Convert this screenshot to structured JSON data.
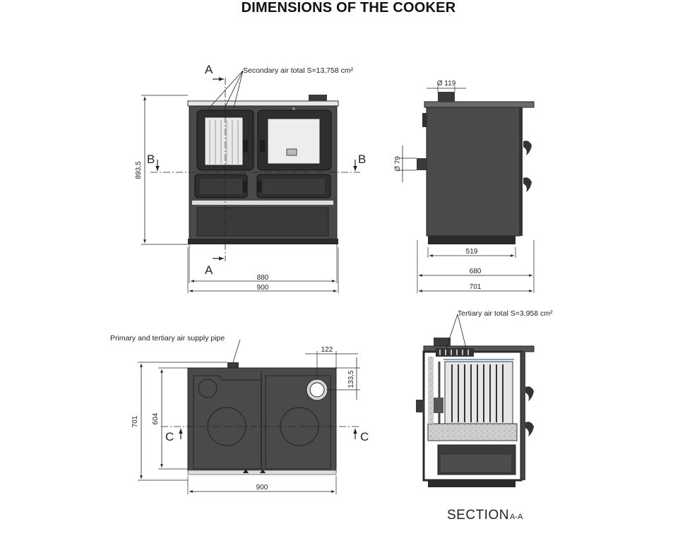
{
  "title": "DIMENSIONS OF THE COOKER",
  "front_view": {
    "note_secondary_air": "Secondary air total S=13,758 cm²",
    "height": "893,5",
    "width_inner": "880",
    "width_outer": "900",
    "section_marks": {
      "a": "A",
      "b": "B"
    }
  },
  "side_view": {
    "flue_diameter": "Ø 119",
    "inlet_diameter": "Ø 79",
    "depth_base": "519",
    "depth_body": "680",
    "depth_total": "701"
  },
  "top_view": {
    "note_supply_pipe": "Primary and tertiary air supply pipe",
    "dim_122": "122",
    "dim_133": "133,5",
    "depth_total": "701",
    "depth_inner": "604",
    "width": "900",
    "section_mark": "C"
  },
  "section_view": {
    "note_tertiary_air": "Tertiary air total S=3,958 cm²",
    "label": "SECTION",
    "label_sub": "A-A"
  },
  "colors": {
    "body": "#4a4a4a",
    "dark": "#2b2b2b",
    "panel": "#5e5e5e",
    "line": "#222222"
  }
}
